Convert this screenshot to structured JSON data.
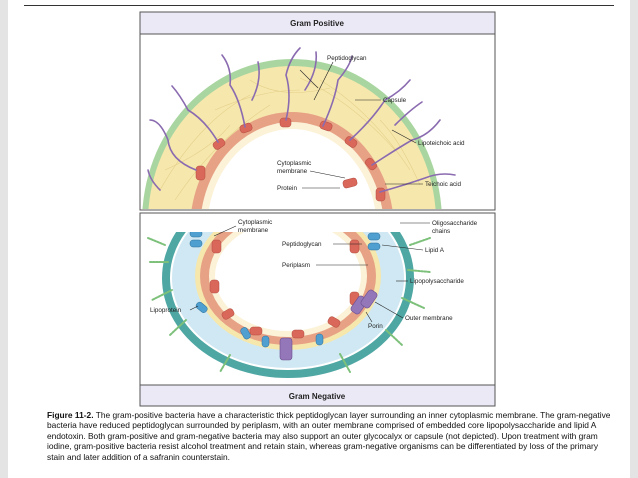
{
  "panels": {
    "top_title": "Gram Positive",
    "bottom_title": "Gram Negative"
  },
  "labels": {
    "peptidoglycan_top": "Peptidoglycan",
    "capsule": "Capsule",
    "lipoteichoic": "Lipoteichoic acid",
    "cyto_top_1": "Cytoplasmic",
    "cyto_top_2": "membrane",
    "protein": "Protein",
    "teichoic": "Teichoic acid",
    "cyto_bot_1": "Cytoplasmic",
    "cyto_bot_2": "membrane",
    "oligo_1": "Oligosaccharide",
    "oligo_2": "chains",
    "peptidoglycan_bot": "Peptidoglycan",
    "lipid_a": "Lipid A",
    "periplasm": "Periplasm",
    "lps": "Lipopolysaccharide",
    "lipoprotein": "Lipoprotein",
    "outer_membrane": "Outer membrane",
    "porin": "Porin"
  },
  "caption": {
    "label": "Figure 11-2.",
    "text": "The gram-positive bacteria have a characteristic thick peptidoglycan layer surrounding an inner cytoplasmic membrane. The gram-negative bacteria have reduced peptidoglycan surrounded by periplasm, with an outer membrane comprised of embedded core lipopolysaccharide and lipid A endotoxin. Both gram-positive and gram-negative bacteria may also support an outer glycocalyx or capsule (not depicted). Upon treatment with gram iodine, gram-positive bacteria resist alcohol treatment and retain stain, whereas gram-negative organisms can be differentiated by loss of the primary stain and later addition of a safranin counterstain."
  },
  "colors": {
    "panel_header": "#ece9f6",
    "capsule_green": "#a9d6a0",
    "peptidoglycan_yellow": "#f6e7ad",
    "membrane_salmon": "#e7a285",
    "protein_red": "#d9685a",
    "outer_teal": "#4fa7a4",
    "periplasm_blue": "#cfe8f3",
    "lipid_purple": "#9477b8"
  }
}
